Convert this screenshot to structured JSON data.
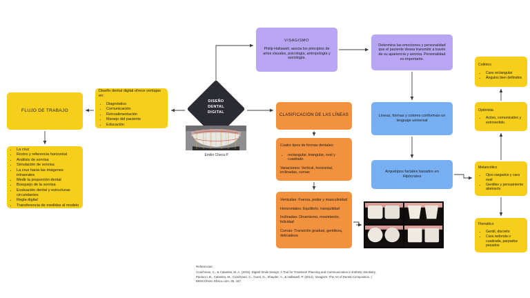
{
  "diagram": {
    "center_node": {
      "label_line1": "DISEÑO",
      "label_line2": "DENTAL",
      "label_line3": "DIGITAL",
      "photo_caption": "Emilio Checa P.",
      "photo_name": "intraoral-smile-analysis-photo"
    },
    "colors": {
      "yellow": "#F6CE1C",
      "blue": "#78AEF2",
      "orange": "#F3923E",
      "purple": "#B9A6F2",
      "diamond": "#2B2B33",
      "text": "#1A1A1A"
    },
    "nodes": {
      "flujo_trabajo": {
        "title": "FLUJO DE TRABAJO"
      },
      "flujo_lista": {
        "items": [
          "La cruz",
          "Rostro y referencia horizontal",
          "Análisis de sonrisa",
          "Simulación de sonrisa",
          "La cruz hacia las imágenes intraorales",
          "Medir la proporción dental",
          "Bosquejo de la sonrisa",
          "Evaluación dental y estructuras circundantes",
          "Regla digital",
          "Transferencia de medidas al modelo"
        ]
      },
      "ventajas": {
        "intro": "Diseño dental digital ofrece ventajas en:",
        "items": [
          "Diagnóstico",
          "Comunicación",
          "Retroalimentación",
          "Manejo del paciente",
          "Educación"
        ]
      },
      "visagismo": {
        "title": "VISAGISMO",
        "body": "Philip Hallawell, asocia los principios de artes visuales, psicología, antropología y sociología."
      },
      "determina": {
        "body": "Determina las emociones y personalidad que el paciente desea transmitir a través de su apariencia y sonrisa. Personalidad es importante."
      },
      "lenguaje": {
        "body": "Líneas, formas y colores conforman un lenguaje universal"
      },
      "arquetipos": {
        "body": "Arquetipos faciales basados en Hipócrates"
      },
      "clasificacion": {
        "title": "CLASIFICACIÓN DE LAS LÍNEAS"
      },
      "cuatro_tipos": {
        "intro": "Cuatro tipos de formas dentales:",
        "items": [
          "rectangular, triangular, oval y cuadrado"
        ],
        "outro": "Variaciones: Vertical, horizontal, inclinadas, curvas"
      },
      "significados": {
        "lines": [
          "Verticales: Fuerza, poder y masculinidad",
          "Horizontales: Equilibrio, tranquilidad",
          "Inclinadas: Dinamismo, movimiento, felicidad",
          "Curvas: Transición gradual, gentileza, delicadeza"
        ]
      },
      "colerico": {
        "title": "Colérico",
        "items": [
          "Cara rectangular",
          "Ángulos bien definidos"
        ]
      },
      "optimista": {
        "title": "Optimista",
        "items": [
          "Activo, comunicativo y extrovertido"
        ]
      },
      "melancolico": {
        "title": "Melancólico",
        "items": [
          "Ojos rasgados y cara oval",
          "Gentiles y pensamiento abstracto"
        ]
      },
      "flematico": {
        "title": "Flemático",
        "items": [
          "Gentil, discreto",
          "Cara redonda o cuadrada, parpados pesados"
        ]
      }
    },
    "references": {
      "heading": "Referencias:",
      "entries": [
        "Coachman, C., & Calamita, M. A. (2015). Digital Smile Design: A Tool for Treatment Planning and Communication in Esthetic Dentistry.",
        "Paolucci, B., Calamita, M., Coachman, C., Gurel, G., Shayder, A., & Hallawell, P. (2012). Visagism: The Art of Dental Composition. | EBSCOhost. Ebsco.com, 35, 187."
      ]
    }
  }
}
